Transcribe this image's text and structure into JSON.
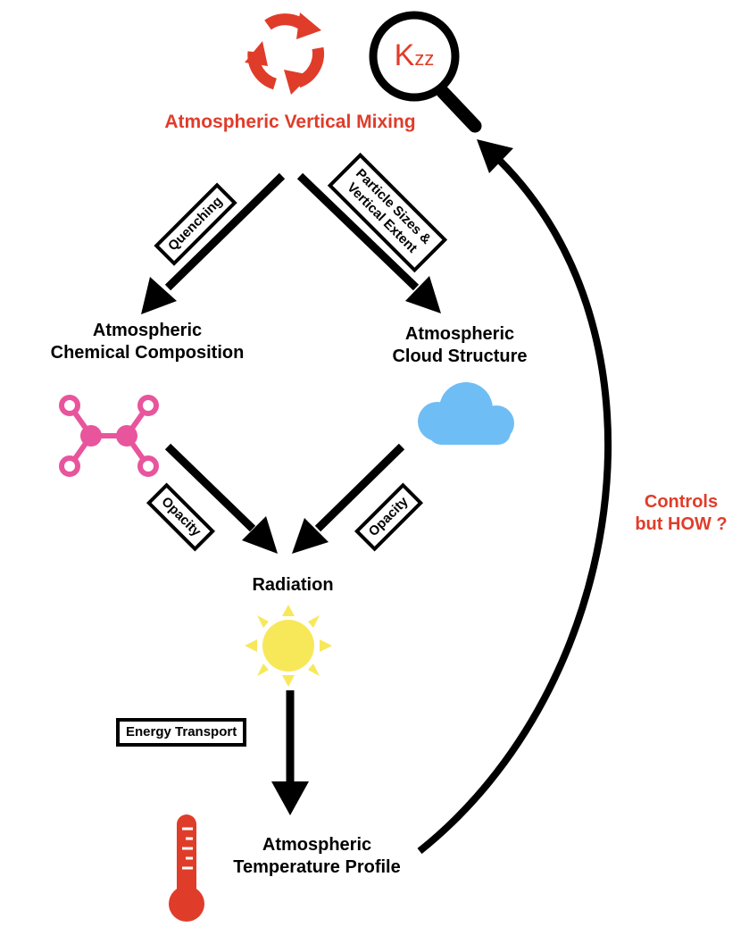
{
  "nodes": {
    "mixing": "Atmospheric Vertical Mixing",
    "chemical_line1": "Atmospheric",
    "chemical_line2": "Chemical Composition",
    "cloud_line1": "Atmospheric",
    "cloud_line2": "Cloud Structure",
    "radiation": "Radiation",
    "temperature_line1": "Atmospheric",
    "temperature_line2": "Temperature Profile"
  },
  "edges": {
    "quenching": "Quenching",
    "particle_line1": "Particle Sizes &",
    "particle_line2": "Vertical Extent",
    "opacity_left": "Opacity",
    "opacity_right": "Opacity",
    "energy_transport": "Energy Transport",
    "feedback_line1": "Controls",
    "feedback_line2": "but HOW ?"
  },
  "magnifier": {
    "symbol": "K",
    "subscript": "zz"
  },
  "icons": [
    "recycle-arrows-icon",
    "magnifier-icon",
    "molecule-icon",
    "cloud-icon",
    "sun-icon",
    "thermometer-icon"
  ],
  "colors": {
    "accent_red": "#e03c2a",
    "molecule_pink": "#e8559c",
    "cloud_blue": "#6fbdf5",
    "sun_yellow": "#f7e85a",
    "line_black": "#000000"
  }
}
